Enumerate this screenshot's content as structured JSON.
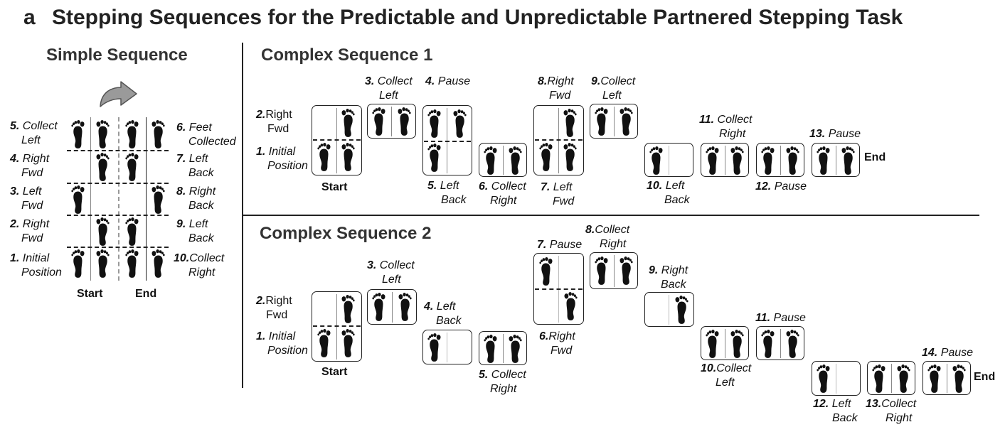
{
  "panel_letter": "a",
  "title": "Stepping Sequences for the Predictable and Unpredictable Partnered Stepping Task",
  "simple": {
    "heading": "Simple Sequence",
    "left_labels": [
      {
        "num": "5.",
        "text": "Collect",
        "text2": "Left"
      },
      {
        "num": "4.",
        "text": "Right",
        "text2": "Fwd"
      },
      {
        "num": "3.",
        "text": "Left",
        "text2": "Fwd"
      },
      {
        "num": "2.",
        "text": "Right",
        "text2": "Fwd"
      },
      {
        "num": "1.",
        "text": "Initial",
        "text2": "Position"
      }
    ],
    "right_labels": [
      {
        "num": "6.",
        "text": "Feet",
        "text2": "Collected"
      },
      {
        "num": "7.",
        "text": "Left",
        "text2": "Back"
      },
      {
        "num": "8.",
        "text": "Right",
        "text2": "Back"
      },
      {
        "num": "9.",
        "text": "Left",
        "text2": "Back"
      },
      {
        "num": "10.",
        "text": "Collect",
        "text2": "Right"
      }
    ],
    "start": "Start",
    "end": "End"
  },
  "complex1": {
    "heading": "Complex Sequence 1",
    "labels": [
      {
        "num": "2.",
        "text": "Right",
        "text2": "Fwd"
      },
      {
        "num": "1.",
        "text": "Initial",
        "text2": "Position"
      },
      {
        "num": "3.",
        "text": "Collect",
        "text2": "Left"
      },
      {
        "num": "4.",
        "text": "Pause",
        "text2": ""
      },
      {
        "num": "5.",
        "text": "Left",
        "text2": "Back"
      },
      {
        "num": "6.",
        "text": "Collect",
        "text2": "Right"
      },
      {
        "num": "7.",
        "text": "Left",
        "text2": "Fwd"
      },
      {
        "num": "8.",
        "text": "Right",
        "text2": "Fwd"
      },
      {
        "num": "9.",
        "text": "Collect",
        "text2": "Left"
      },
      {
        "num": "10.",
        "text": "Left",
        "text2": "Back"
      },
      {
        "num": "11.",
        "text": "Collect",
        "text2": "Right"
      },
      {
        "num": "12.",
        "text": "Pause",
        "text2": ""
      },
      {
        "num": "13.",
        "text": "Pause",
        "text2": ""
      }
    ],
    "start": "Start",
    "end": "End"
  },
  "complex2": {
    "heading": "Complex Sequence 2",
    "labels": [
      {
        "num": "2.",
        "text": "Right",
        "text2": "Fwd"
      },
      {
        "num": "1.",
        "text": "Initial",
        "text2": "Position"
      },
      {
        "num": "3.",
        "text": "Collect",
        "text2": "Left"
      },
      {
        "num": "4.",
        "text": "Left",
        "text2": "Back"
      },
      {
        "num": "5.",
        "text": "Collect",
        "text2": "Right"
      },
      {
        "num": "6.",
        "text": "Right",
        "text2": "Fwd"
      },
      {
        "num": "7.",
        "text": "Pause",
        "text2": ""
      },
      {
        "num": "8.",
        "text": "Collect",
        "text2": "Right"
      },
      {
        "num": "9.",
        "text": "Right",
        "text2": "Back"
      },
      {
        "num": "10.",
        "text": "Collect",
        "text2": "Left"
      },
      {
        "num": "11.",
        "text": "Pause",
        "text2": ""
      },
      {
        "num": "12.",
        "text": "Left",
        "text2": "Back"
      },
      {
        "num": "13.",
        "text": "Collect",
        "text2": "Right"
      },
      {
        "num": "14.",
        "text": "Pause",
        "text2": ""
      }
    ],
    "start": "Start",
    "end": "End"
  },
  "icons": [
    "left-foot-icon",
    "right-foot-icon",
    "curved-arrow-icon"
  ],
  "colors": {
    "foot": "#111111",
    "arrow": "#9a9a9a",
    "text": "#111111"
  }
}
